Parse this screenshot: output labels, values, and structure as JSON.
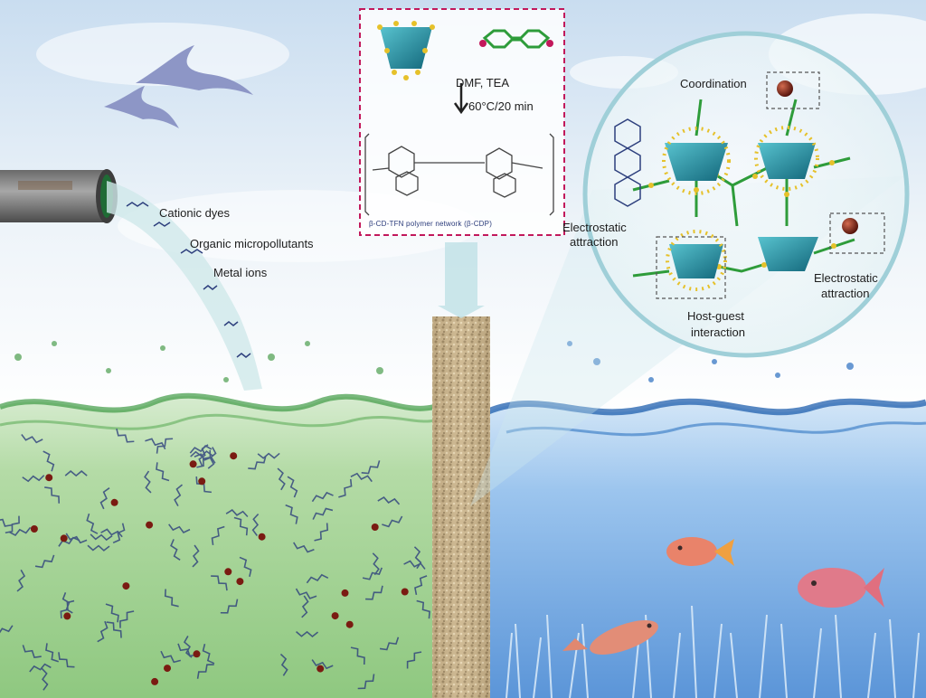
{
  "colors": {
    "sky_top": "#cfe2f2",
    "sky_bottom": "#f4f8fb",
    "polluted_water": "#a9d59a",
    "clean_water": "#7fb3e6",
    "filter_column": "#c9b48e",
    "inset_border": "#c2185b",
    "cyclodextrin": "#1f8fa3",
    "linker": "#2e9c3a",
    "metal_ion": "#7a1b12",
    "crown_dot": "#e6c12a",
    "fish": "#e9836a"
  },
  "inset": {
    "conditions_line1": "DMF, TEA",
    "conditions_line2": "60°C/20 min",
    "polymer_caption": "β-CD-TFN polymer network (β-CDP)"
  },
  "pollutants": {
    "cationic_dyes": "Cationic dyes",
    "organic_micropollutants": "Organic micropollutants",
    "metal_ions": "Metal ions"
  },
  "mechanisms": {
    "coordination": "Coordination",
    "electrostatic_left_1": "Electrostatic",
    "electrostatic_left_2": "attraction",
    "electrostatic_right_1": "Electrostatic",
    "electrostatic_right_2": "attraction",
    "host_guest_1": "Host-guest",
    "host_guest_2": "interaction"
  },
  "icons": [
    "bird-icon",
    "pipe-icon",
    "fish-icon",
    "cyclodextrin-icon",
    "linker-icon",
    "metal-ion-icon",
    "down-arrow-icon"
  ]
}
